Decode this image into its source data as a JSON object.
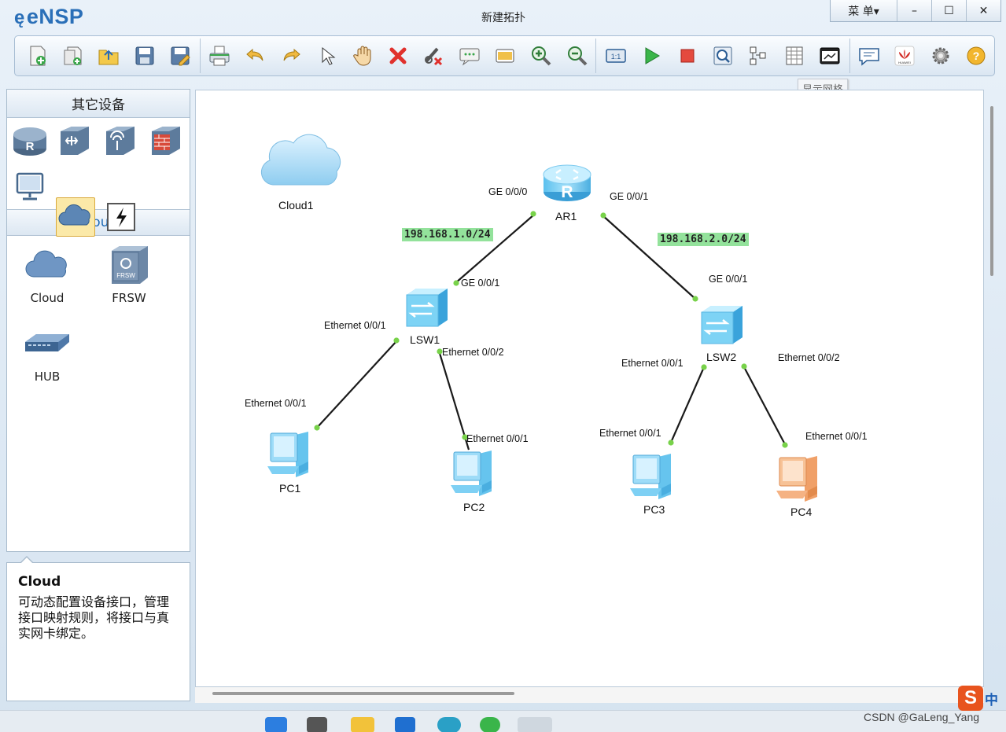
{
  "app": {
    "logo_text": "eNSP",
    "window_title": "新建拓扑",
    "menu_label": "菜 单▾",
    "minimize": "–",
    "maximize": "☐",
    "close": "✕"
  },
  "toolbar": {
    "tooltip": "显示网格",
    "buttons": [
      "new-topology",
      "new-example",
      "open",
      "save",
      "save-as",
      "print",
      "undo",
      "redo",
      "select",
      "drag",
      "delete",
      "delete-link",
      "text",
      "palette",
      "zoom-in",
      "zoom-out",
      "fit",
      "start",
      "stop",
      "capture",
      "topology",
      "grid",
      "console",
      "chat",
      "huawei",
      "settings",
      "help"
    ]
  },
  "left_panel": {
    "category_header": "其它设备",
    "category_icons": [
      "router-icon",
      "switch-icon",
      "wireless-icon",
      "firewall-icon",
      "pc-icon",
      "cloud-icon",
      "other-icon"
    ],
    "selected_category": "Cloud",
    "device_header": "Cloud",
    "devices": [
      {
        "label": "Cloud",
        "icon": "cloud-icon"
      },
      {
        "label": "FRSW",
        "icon": "frsw-icon",
        "badge": "FRSW"
      },
      {
        "label": "HUB",
        "icon": "hub-icon"
      }
    ]
  },
  "description": {
    "title": "Cloud",
    "text": "可动态配置设备接口，管理接口映射规则，将接口与真实网卡绑定。"
  },
  "topology": {
    "devices": {
      "cloud1": "Cloud1",
      "ar1": "AR1",
      "lsw1": "LSW1",
      "lsw2": "LSW2",
      "pc1": "PC1",
      "pc2": "PC2",
      "pc3": "PC3",
      "pc4": "PC4"
    },
    "networks": {
      "left": "198.168.1.0/24",
      "right": "198.168.2.0/24"
    },
    "ports": {
      "ar1_left": "GE 0/0/0",
      "ar1_right": "GE 0/0/1",
      "lsw1_up": "GE 0/0/1",
      "lsw1_e1": "Ethernet 0/0/1",
      "lsw1_e2": "Ethernet 0/0/2",
      "pc1_e": "Ethernet 0/0/1",
      "pc2_e": "Ethernet 0/0/1",
      "lsw2_up": "GE 0/0/1",
      "lsw2_e1": "Ethernet 0/0/1",
      "lsw2_e2": "Ethernet 0/0/2",
      "pc3_e": "Ethernet 0/0/1",
      "pc4_e": "Ethernet 0/0/1"
    }
  },
  "statusbar": {
    "watermark": "CSDN @GaLeng_Yang",
    "ime_logo": "S",
    "ime_lang": "中"
  }
}
